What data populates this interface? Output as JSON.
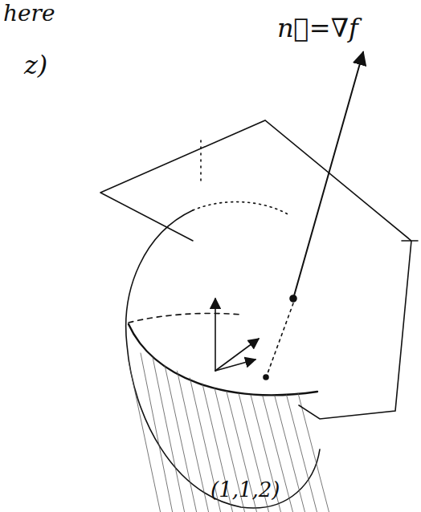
{
  "diagram": {
    "labels": [
      "here",
      "z)",
      "n⃗=∇f",
      "(1,1,2)"
    ]
  }
}
